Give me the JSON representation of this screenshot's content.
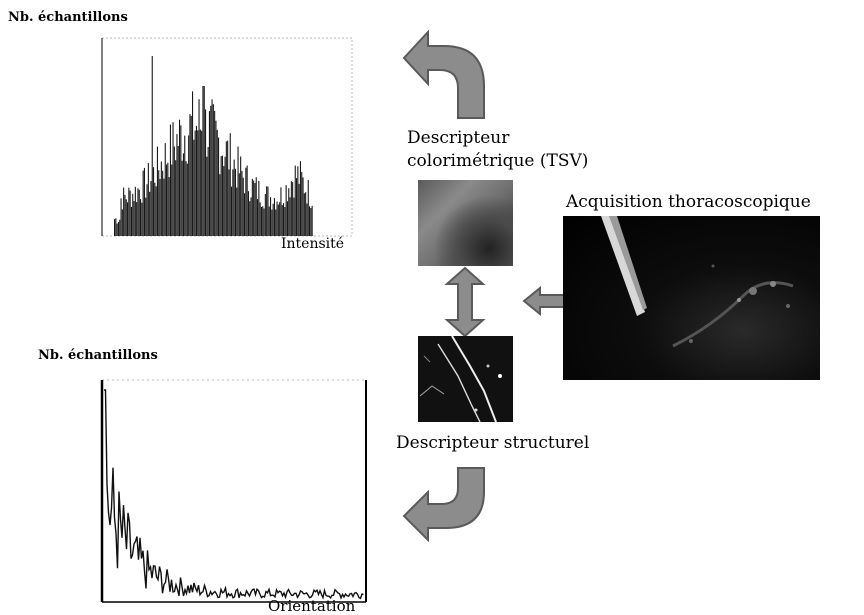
{
  "histogram_top": {
    "ylabel": "Nb. échantillons",
    "xlabel": "Intensité"
  },
  "histogram_bottom": {
    "ylabel": "Nb. échantillons",
    "xlabel": "Orientation"
  },
  "labels": {
    "color_descriptor": "Descripteur colorimétrique (TSV)",
    "color_descriptor_line1": "Descripteur",
    "color_descriptor_line2": "colorimétrique (TSV)",
    "acquisition": "Acquisition thoracoscopique",
    "structural_descriptor": "Descripteur structurel"
  },
  "colors": {
    "bars": "#1a1a1a",
    "arrow_fill": "#8c8c8c",
    "arrow_edge": "#5a5a5a",
    "frame": "#000000"
  }
}
